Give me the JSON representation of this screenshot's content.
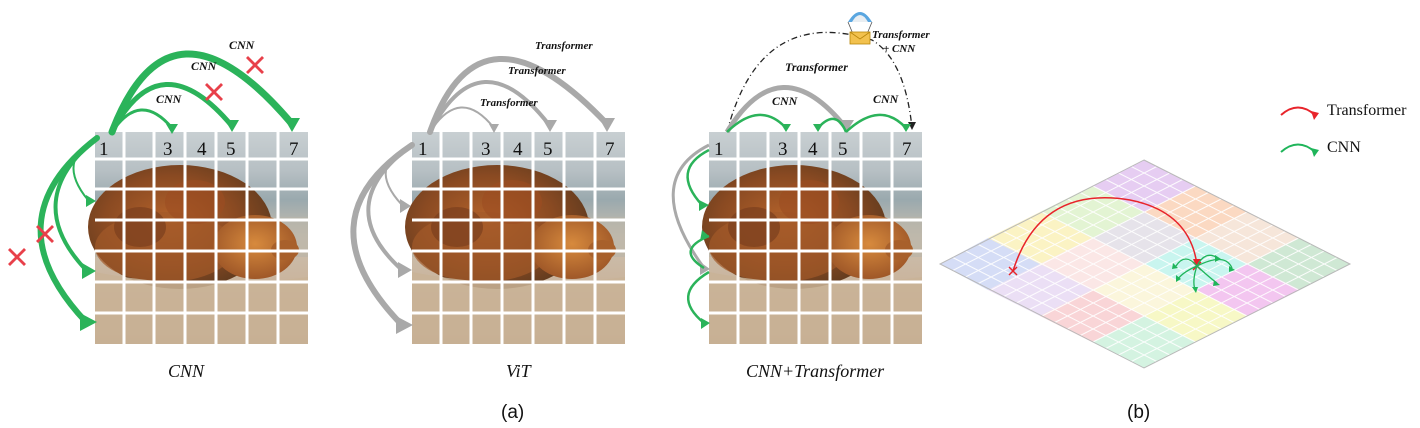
{
  "panel_a": {
    "caption": "(a)",
    "cnn": {
      "caption": "CNN",
      "arc_labels": [
        "CNN",
        "CNN",
        "CNN"
      ],
      "column_numbers": [
        "1",
        "3",
        "4",
        "5",
        "7"
      ]
    },
    "vit": {
      "caption": "ViT",
      "arc_labels": [
        "Transformer",
        "Transformer",
        "Transformer"
      ],
      "column_numbers": [
        "1",
        "3",
        "4",
        "5",
        "7"
      ]
    },
    "hybrid": {
      "caption": "CNN+Transformer",
      "arc_labels": [
        "Transformer",
        "CNN",
        "CNN"
      ],
      "parachute_label_line1": "Transformer",
      "parachute_label_line2": "+ CNN",
      "column_numbers": [
        "1",
        "3",
        "4",
        "5",
        "7"
      ]
    }
  },
  "panel_b": {
    "caption": "(b)",
    "legend": [
      {
        "label": "Transformer",
        "color": "#e8242b"
      },
      {
        "label": "CNN",
        "color": "#1fb55a"
      }
    ]
  },
  "colors": {
    "cnn_green": "#2bb35a",
    "vit_gray": "#a9a9a9",
    "cross_red": "#e8404a",
    "transformer_red": "#e8242b"
  }
}
